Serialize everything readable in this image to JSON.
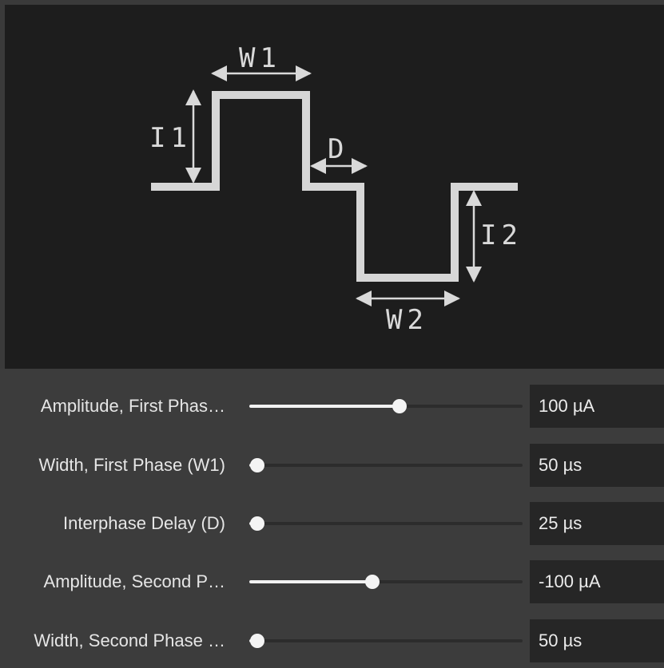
{
  "diagram": {
    "labels": {
      "w1": "W1",
      "i1": "I1",
      "d": "D",
      "i2": "I2",
      "w2": "W2"
    }
  },
  "controls": [
    {
      "label": "Amplitude, First Phas…",
      "value": "100 µA",
      "fraction": 0.55
    },
    {
      "label": "Width, First Phase (W1)",
      "value": "50 µs",
      "fraction": 0.03
    },
    {
      "label": "Interphase Delay (D)",
      "value": "25 µs",
      "fraction": 0.03
    },
    {
      "label": "Amplitude, Second P…",
      "value": "-100 µA",
      "fraction": 0.45
    },
    {
      "label": "Width, Second Phase …",
      "value": "50 µs",
      "fraction": 0.03
    }
  ],
  "colors": {
    "panel": "#1d1d1d",
    "waveform": "#d6d6d6",
    "background": "#3c3c3c",
    "value_box": "#262626"
  }
}
